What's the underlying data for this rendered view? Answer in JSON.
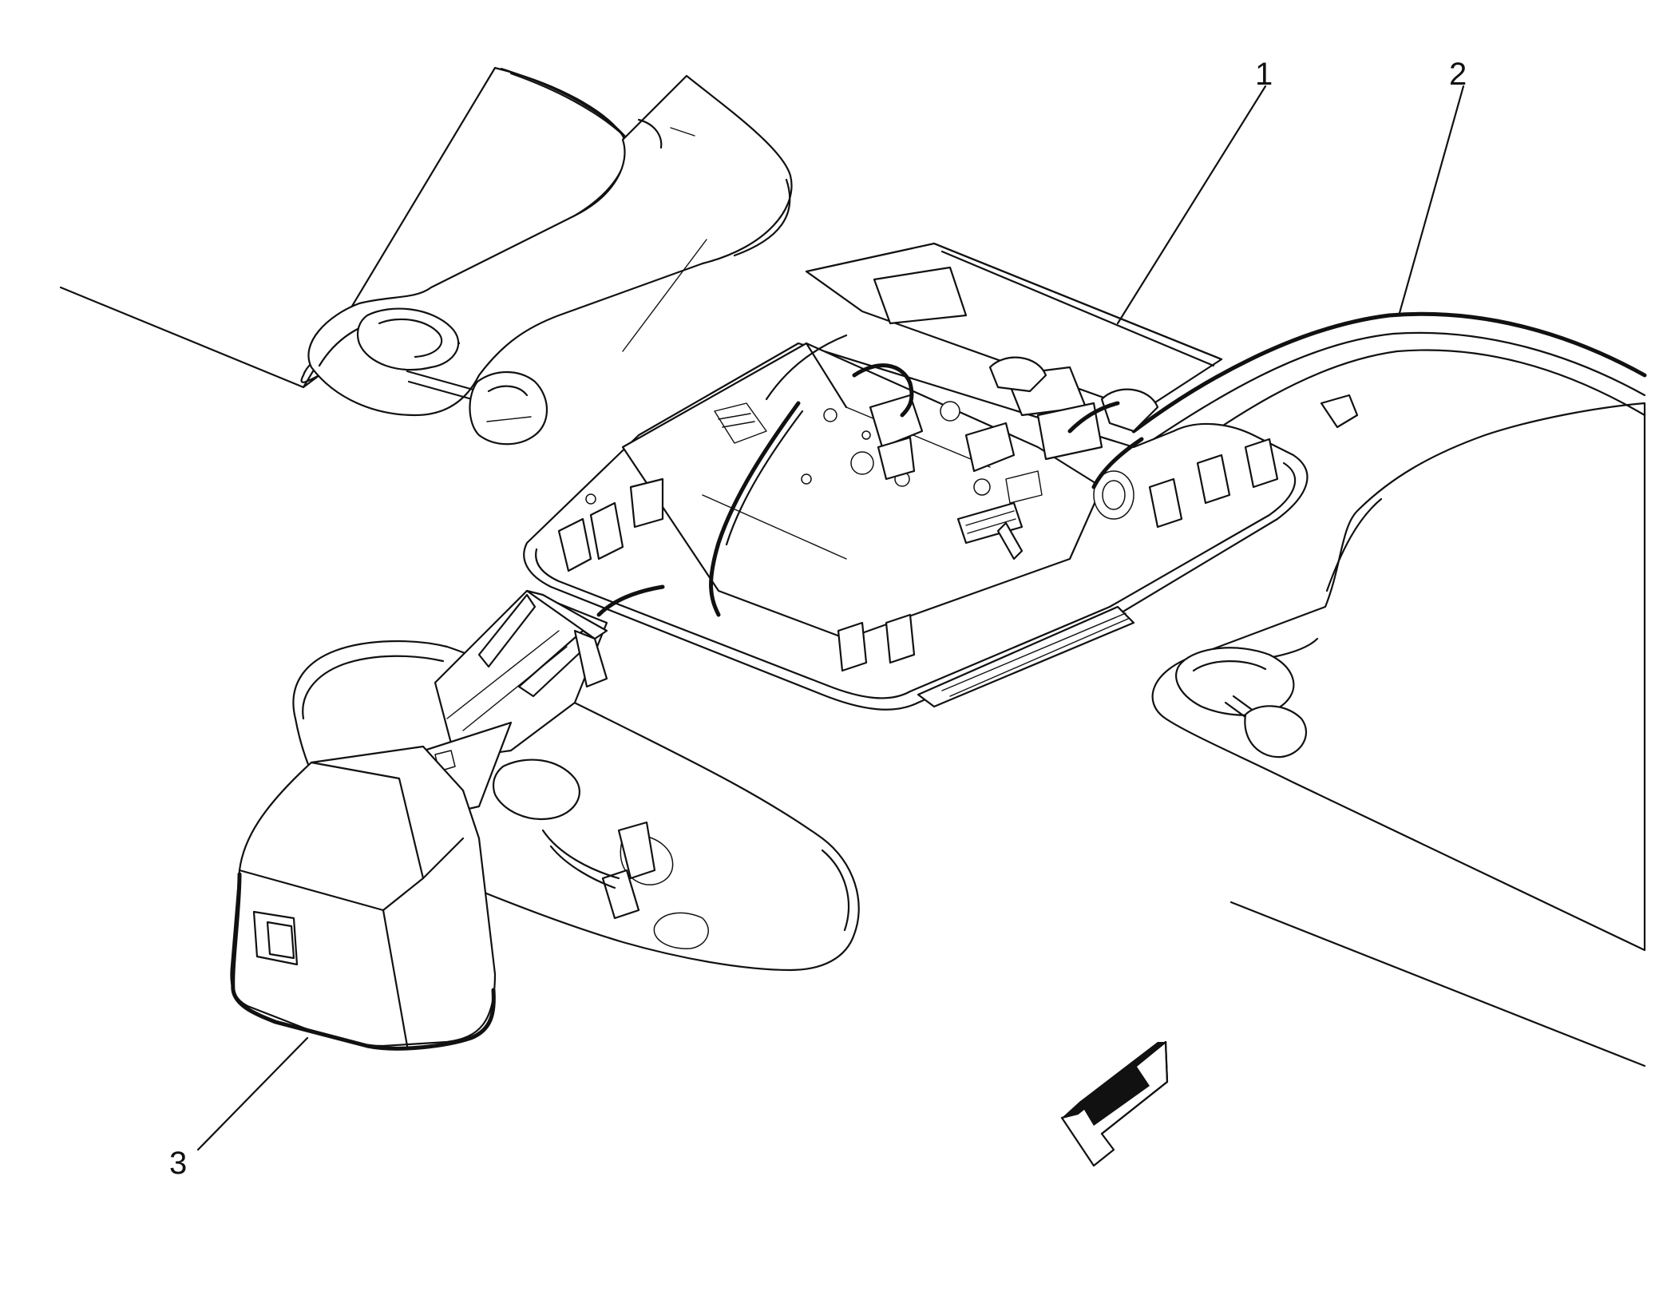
{
  "callouts": {
    "c1": "1",
    "c2": "2",
    "c3": "3"
  },
  "icons": {
    "direction_arrow": "forward-arrow-icon"
  },
  "colors": {
    "line": "#111111",
    "background": "#ffffff"
  }
}
